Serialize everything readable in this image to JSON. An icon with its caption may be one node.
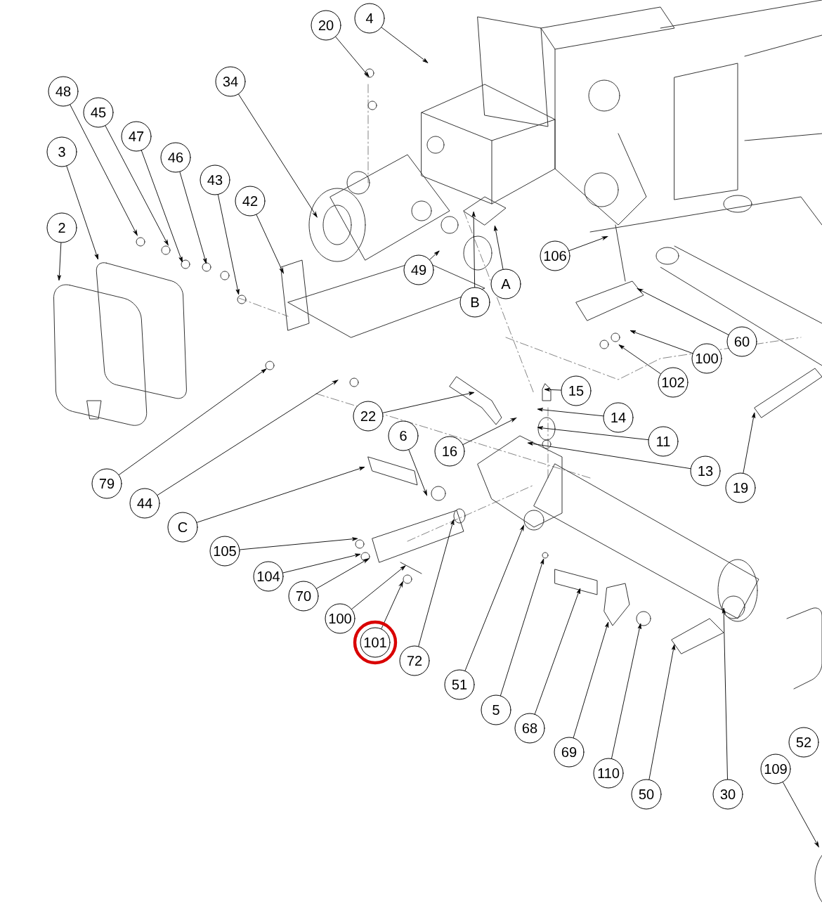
{
  "diagram": {
    "nodes": [
      {
        "text": [
          "4"
        ]
      },
      {
        "text": [
          "20"
        ]
      },
      {
        "text": [
          "34"
        ]
      },
      {
        "text": [
          "48"
        ]
      },
      {
        "text": [
          "45"
        ]
      },
      {
        "text": [
          "47"
        ]
      },
      {
        "text": [
          "3"
        ]
      },
      {
        "text": [
          "46"
        ]
      },
      {
        "text": [
          "43"
        ]
      },
      {
        "text": [
          "42"
        ]
      },
      {
        "text": [
          "2"
        ]
      },
      {
        "text": [
          "106"
        ]
      },
      {
        "text": [
          "49"
        ]
      },
      {
        "text": [
          "A"
        ]
      },
      {
        "text": [
          "B"
        ]
      },
      {
        "text": [
          "60"
        ]
      },
      {
        "text": [
          "100"
        ]
      },
      {
        "text": [
          "102"
        ]
      },
      {
        "text": [
          "15"
        ]
      },
      {
        "text": [
          "22"
        ]
      },
      {
        "text": [
          "14"
        ]
      },
      {
        "text": [
          "6"
        ]
      },
      {
        "text": [
          "11"
        ]
      },
      {
        "text": [
          "16"
        ]
      },
      {
        "text": [
          "13"
        ]
      },
      {
        "text": [
          "79"
        ]
      },
      {
        "text": [
          "19"
        ]
      },
      {
        "text": [
          "44"
        ]
      },
      {
        "text": [
          "C"
        ]
      },
      {
        "text": [
          "105"
        ]
      },
      {
        "text": [
          "104"
        ]
      },
      {
        "text": [
          "70"
        ]
      },
      {
        "text": [
          "100"
        ]
      },
      {
        "text": [
          "101"
        ]
      },
      {
        "text": [
          "72"
        ]
      },
      {
        "text": [
          "51"
        ]
      },
      {
        "text": [
          "5"
        ]
      },
      {
        "text": [
          "68"
        ]
      },
      {
        "text": [
          "52"
        ]
      },
      {
        "text": [
          "69"
        ]
      },
      {
        "text": [
          "109"
        ]
      },
      {
        "text": [
          "110"
        ]
      },
      {
        "text": [
          "50"
        ]
      },
      {
        "text": [
          "30"
        ]
      }
    ],
    "edges": [
      {
        "from": 0,
        "to": null,
        "arrow": "to"
      },
      {
        "from": 1,
        "to": null,
        "arrow": "to"
      },
      {
        "from": 2,
        "to": null,
        "arrow": "to"
      },
      {
        "from": 3,
        "to": null,
        "arrow": "to"
      },
      {
        "from": 4,
        "to": null,
        "arrow": "to"
      },
      {
        "from": 5,
        "to": null,
        "arrow": "to"
      },
      {
        "from": 6,
        "to": null,
        "arrow": "to"
      },
      {
        "from": 7,
        "to": null,
        "arrow": "to"
      },
      {
        "from": 8,
        "to": null,
        "arrow": "to"
      },
      {
        "from": 9,
        "to": null,
        "arrow": "to"
      },
      {
        "from": 10,
        "to": null,
        "arrow": "to"
      },
      {
        "from": 11,
        "to": null,
        "arrow": "to"
      },
      {
        "from": 12,
        "to": null,
        "arrow": "to"
      },
      {
        "from": 13,
        "to": null,
        "arrow": "to"
      },
      {
        "from": 14,
        "to": null,
        "arrow": "to"
      },
      {
        "from": 15,
        "to": null,
        "arrow": "to"
      },
      {
        "from": 16,
        "to": null,
        "arrow": "to"
      },
      {
        "from": 17,
        "to": null,
        "arrow": "to"
      },
      {
        "from": 18,
        "to": null,
        "arrow": "to"
      },
      {
        "from": 19,
        "to": null,
        "arrow": "to"
      },
      {
        "from": 20,
        "to": null,
        "arrow": "to"
      },
      {
        "from": 21,
        "to": null,
        "arrow": "to"
      },
      {
        "from": 22,
        "to": null,
        "arrow": "to"
      },
      {
        "from": 23,
        "to": null,
        "arrow": "to"
      },
      {
        "from": 24,
        "to": null,
        "arrow": "to"
      },
      {
        "from": 25,
        "to": null,
        "arrow": "to"
      },
      {
        "from": 26,
        "to": null,
        "arrow": "to"
      },
      {
        "from": 27,
        "to": null,
        "arrow": "to"
      },
      {
        "from": 28,
        "to": null,
        "arrow": "to"
      },
      {
        "from": 29,
        "to": null,
        "arrow": "to"
      },
      {
        "from": 30,
        "to": null,
        "arrow": "to"
      },
      {
        "from": 31,
        "to": null,
        "arrow": "to"
      },
      {
        "from": 32,
        "to": null,
        "arrow": "to"
      },
      {
        "from": 33,
        "to": null,
        "arrow": "to"
      },
      {
        "from": 34,
        "to": null,
        "arrow": "to"
      },
      {
        "from": 35,
        "to": null,
        "arrow": "to"
      },
      {
        "from": 36,
        "to": null,
        "arrow": "to"
      },
      {
        "from": 37,
        "to": null,
        "arrow": "to"
      },
      {
        "from": 39,
        "to": null,
        "arrow": "to"
      },
      {
        "from": 40,
        "to": null,
        "arrow": "to"
      },
      {
        "from": 41,
        "to": null,
        "arrow": "to"
      },
      {
        "from": 42,
        "to": null,
        "arrow": "to"
      },
      {
        "from": 43,
        "to": null,
        "arrow": "to"
      }
    ]
  }
}
